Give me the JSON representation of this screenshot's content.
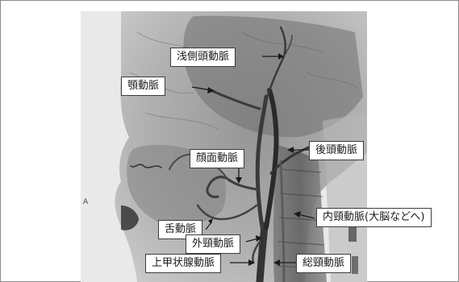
{
  "diagram": {
    "corner_mark": "A",
    "labels": {
      "superficial_temporal": "浅側頭動脈",
      "maxillary": "顎動脈",
      "facial": "顔面動脈",
      "occipital": "後頭動脈",
      "internal_carotid": "内頸動脈(大脳などへ)",
      "lingual": "舌動脈",
      "external_carotid": "外頸動脈",
      "superior_thyroid": "上甲状腺動脈",
      "common_carotid": "総頸動脈"
    }
  }
}
